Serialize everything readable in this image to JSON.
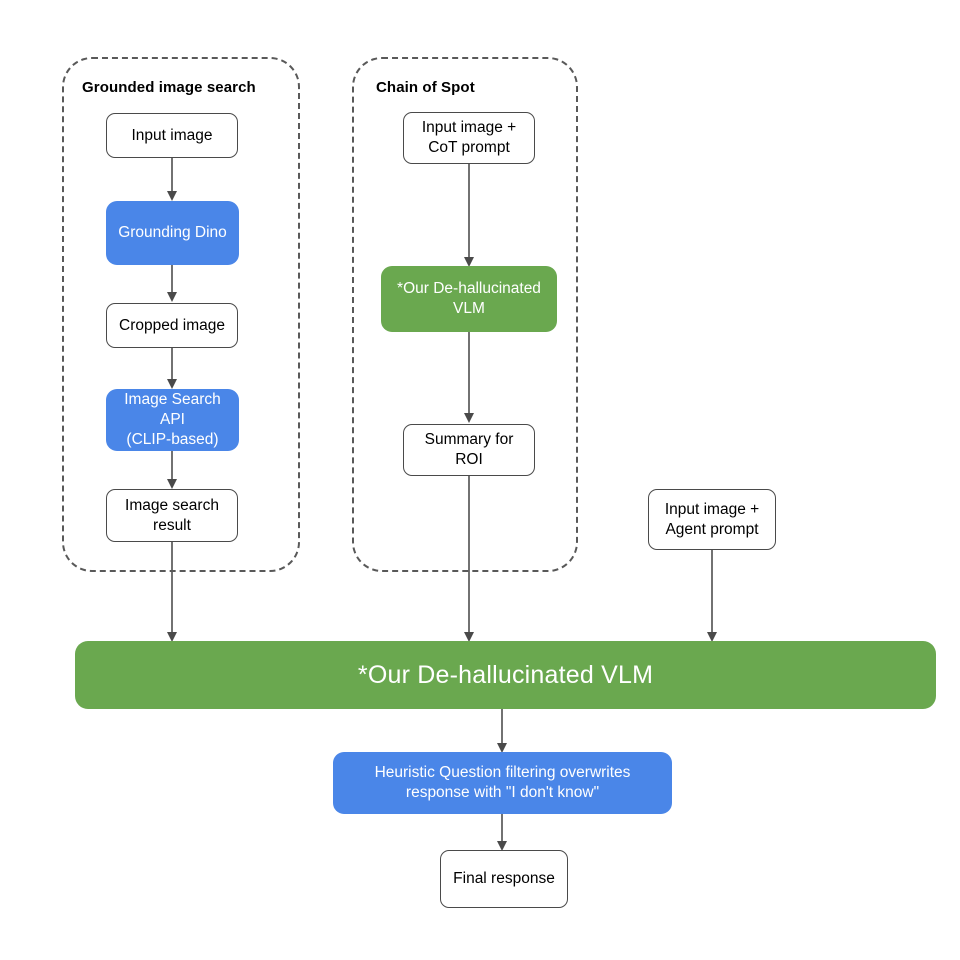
{
  "diagram": {
    "title_hidden": "",
    "colors": {
      "blue": "#4a86e8",
      "green": "#6aa84f",
      "outline": "#4a4a4a",
      "dashed": "#595959",
      "background": "#ffffff",
      "text_on_fill": "#ffffff",
      "text_on_white": "#000000"
    },
    "groups": [
      {
        "id": "grounded-image-search",
        "label": "Grounded image search"
      },
      {
        "id": "chain-of-spot",
        "label": "Chain of Spot"
      }
    ],
    "nodes": {
      "input_image": "Input image",
      "grounding_dino": "Grounding Dino",
      "cropped_image": "Cropped image",
      "image_search_api": "Image Search\nAPI\n(CLIP-based)",
      "image_search_result": "Image search\nresult",
      "input_image_cot": "Input image +\nCoT prompt",
      "dehall_vlm_small": "*Our De-hallucinated\nVLM",
      "summary_for_roi": "Summary for\nROI",
      "input_image_agent": "Input image +\nAgent prompt",
      "dehall_vlm_main": "*Our De-hallucinated VLM",
      "heuristic_filter": "Heuristic Question filtering overwrites\nresponse with \"I don't know\"",
      "final_response": "Final response"
    },
    "edges": [
      {
        "from": "input_image",
        "to": "grounding_dino"
      },
      {
        "from": "grounding_dino",
        "to": "cropped_image"
      },
      {
        "from": "cropped_image",
        "to": "image_search_api"
      },
      {
        "from": "image_search_api",
        "to": "image_search_result"
      },
      {
        "from": "image_search_result",
        "to": "dehall_vlm_main"
      },
      {
        "from": "input_image_cot",
        "to": "dehall_vlm_small"
      },
      {
        "from": "dehall_vlm_small",
        "to": "summary_for_roi"
      },
      {
        "from": "summary_for_roi",
        "to": "dehall_vlm_main"
      },
      {
        "from": "input_image_agent",
        "to": "dehall_vlm_main"
      },
      {
        "from": "dehall_vlm_main",
        "to": "heuristic_filter"
      },
      {
        "from": "heuristic_filter",
        "to": "final_response"
      }
    ]
  }
}
